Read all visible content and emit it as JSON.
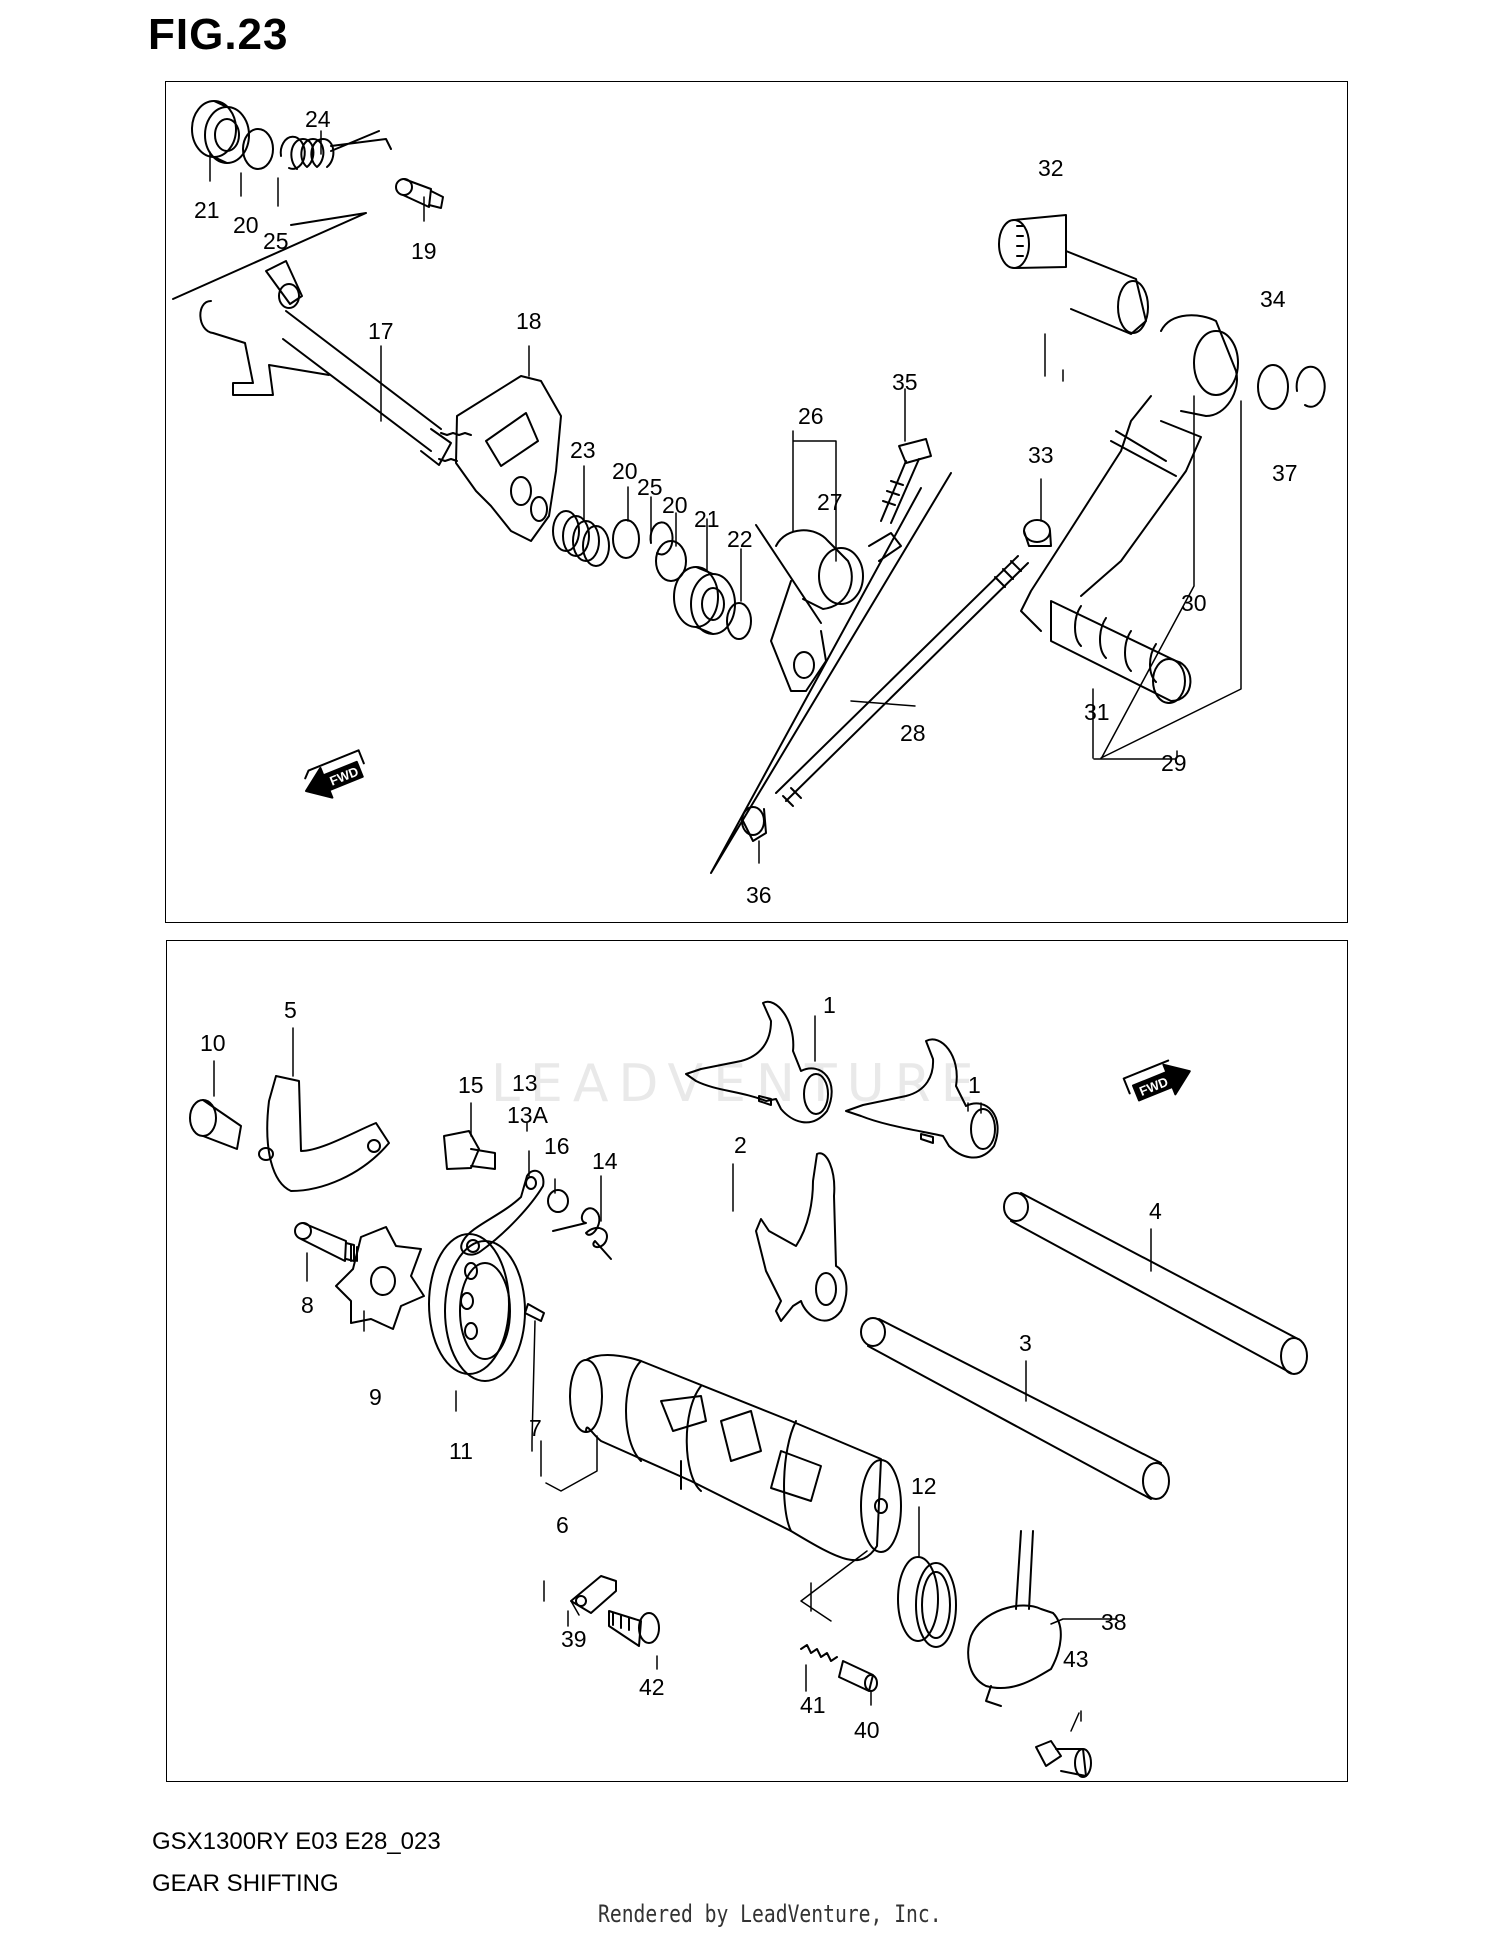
{
  "figure": {
    "title": "FIG.23",
    "model_code": "GSX1300RY E03 E28_023",
    "section_name": "GEAR SHIFTING",
    "credit": "Rendered by LeadVenture, Inc.",
    "watermark": "LEADVENTURE"
  },
  "fwd_label": "FWD",
  "top_callouts": {
    "c24": "24",
    "c21a": "21",
    "c20a": "20",
    "c25a": "25",
    "c19": "19",
    "c17": "17",
    "c18": "18",
    "c23": "23",
    "c20b": "20",
    "c25b": "25",
    "c20c": "20",
    "c21b": "21",
    "c22": "22",
    "c26": "26",
    "c27": "27",
    "c35": "35",
    "c32": "32",
    "c34": "34",
    "c37": "37",
    "c33": "33",
    "c30": "30",
    "c31": "31",
    "c29": "29",
    "c28": "28",
    "c36": "36"
  },
  "bottom_callouts": {
    "c10": "10",
    "c5": "5",
    "c15": "15",
    "c13": "13",
    "c13a": "13A",
    "c16": "16",
    "c14": "14",
    "c1a": "1",
    "c1b": "1",
    "c2": "2",
    "c4": "4",
    "c3": "3",
    "c8": "8",
    "c9": "9",
    "c11": "11",
    "c7": "7",
    "c6": "6",
    "c12": "12",
    "c38": "38",
    "c39": "39",
    "c42": "42",
    "c41": "41",
    "c40": "40",
    "c43": "43"
  },
  "colors": {
    "line": "#000000",
    "background": "#ffffff",
    "watermark": "#e9e9e9"
  }
}
